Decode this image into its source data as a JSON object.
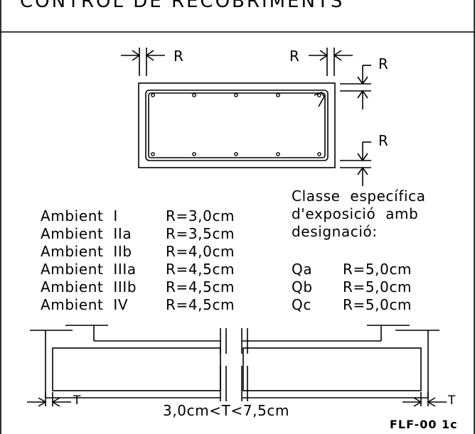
{
  "title": "CONTROL DE RECOBRIMENTS",
  "dimension_label": "R",
  "thickness_label": "T",
  "ambients": [
    {
      "name": "Ambient  I",
      "value": "R=3,0cm"
    },
    {
      "name": "Ambient  IIa",
      "value": "R=3,5cm"
    },
    {
      "name": "Ambient  IIb",
      "value": "R=4,0cm"
    },
    {
      "name": "Ambient  IIIa",
      "value": "R=4,5cm"
    },
    {
      "name": "Ambient  IIIb",
      "value": "R=4,5cm"
    },
    {
      "name": "Ambient  IV",
      "value": "R=4,5cm"
    }
  ],
  "specific_class": {
    "heading_lines": [
      "Classe  específica",
      "d'exposició  amb",
      "designació:"
    ],
    "items": [
      {
        "name": "Qa",
        "value": "R=5,0cm"
      },
      {
        "name": "Qb",
        "value": "R=5,0cm"
      },
      {
        "name": "Qc",
        "value": "R=5,0cm"
      }
    ]
  },
  "slab_range": "3,0cm<T<7,5cm",
  "drawing_code": "FLF-00 1c"
}
